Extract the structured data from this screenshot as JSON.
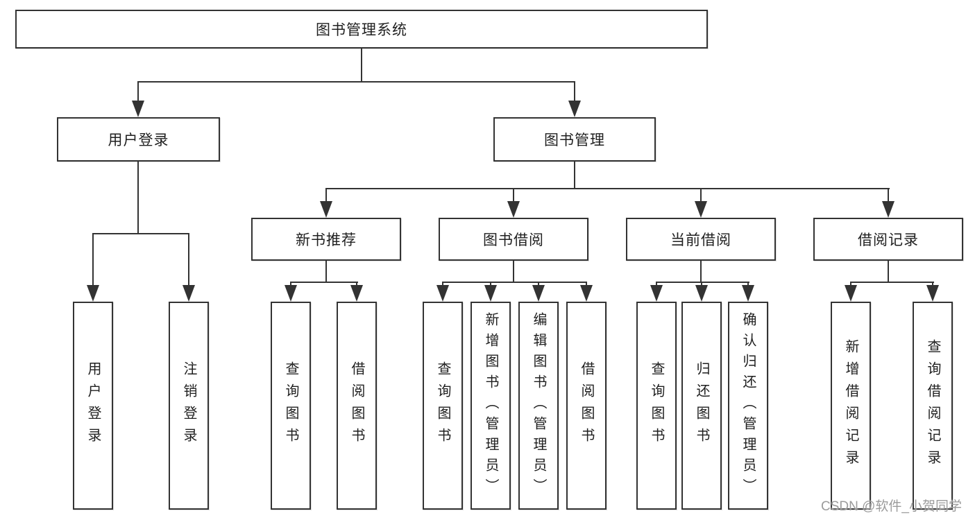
{
  "tree": {
    "root": {
      "label": "图书管理系统",
      "children": [
        {
          "label": "用户登录",
          "children": [
            {
              "label": "用户登录"
            },
            {
              "label": "注销登录"
            }
          ]
        },
        {
          "label": "图书管理",
          "children": [
            {
              "label": "新书推荐",
              "children": [
                {
                  "label": "查询图书"
                },
                {
                  "label": "借阅图书"
                }
              ]
            },
            {
              "label": "图书借阅",
              "children": [
                {
                  "label": "查询图书"
                },
                {
                  "label": "新增图书（管理员）"
                },
                {
                  "label": "编辑图书（管理员）"
                },
                {
                  "label": "借阅图书"
                }
              ]
            },
            {
              "label": "当前借阅",
              "children": [
                {
                  "label": "查询图书"
                },
                {
                  "label": "归还图书"
                },
                {
                  "label": "确认归还（管理员）"
                }
              ]
            },
            {
              "label": "借阅记录",
              "children": [
                {
                  "label": "新增借阅记录"
                },
                {
                  "label": "查询借阅记录"
                }
              ]
            }
          ]
        }
      ]
    }
  },
  "watermark": {
    "text": "CSDN @软件_小贺同学"
  },
  "colors": {
    "line": "#333333",
    "text": "#1f1f1f",
    "watermark": "#9b9b9b",
    "background": "#ffffff"
  }
}
